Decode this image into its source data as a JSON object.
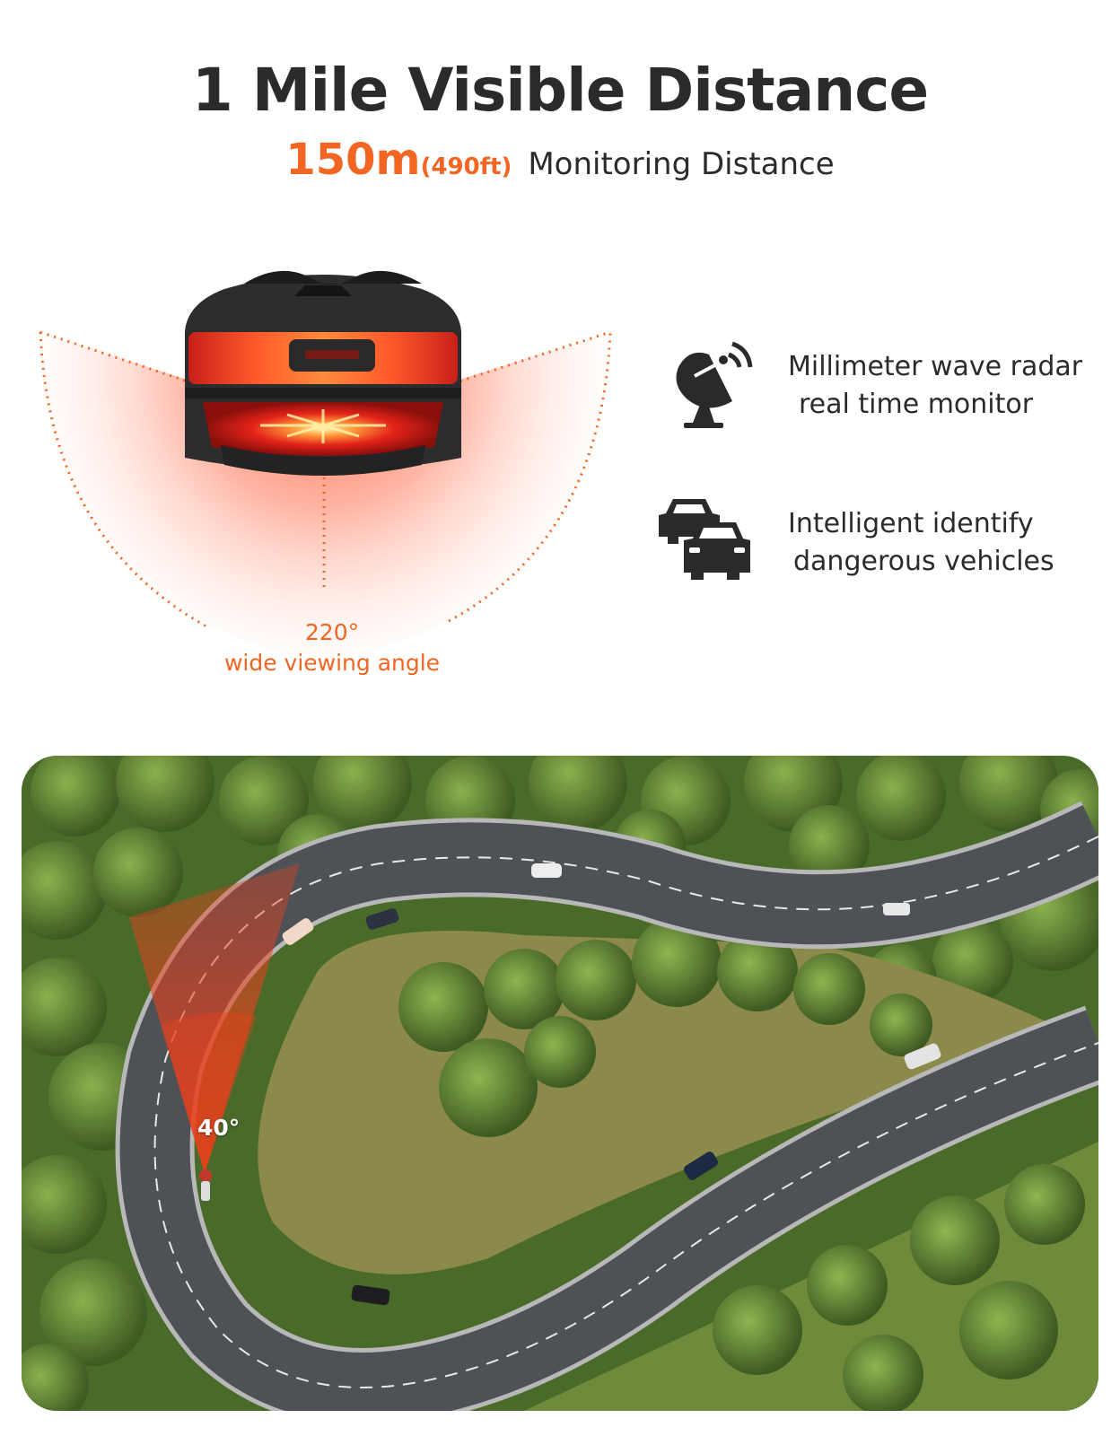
{
  "header": {
    "title": "1 Mile Visible Distance",
    "monitor_value": "150m",
    "monitor_value_ft": "(490ft)",
    "monitor_label": "Monitoring Distance"
  },
  "hero": {
    "angle_value": "220°",
    "angle_text": "wide viewing angle",
    "accent_color": "#f26522"
  },
  "features": [
    {
      "icon": "radar-dish-icon",
      "line1": "Millimeter wave radar",
      "line2": "real time monitor"
    },
    {
      "icon": "cars-icon",
      "line1": "Intelligent identify",
      "line2": "dangerous vehicles"
    }
  ],
  "scene": {
    "detection_angle": "40°"
  }
}
